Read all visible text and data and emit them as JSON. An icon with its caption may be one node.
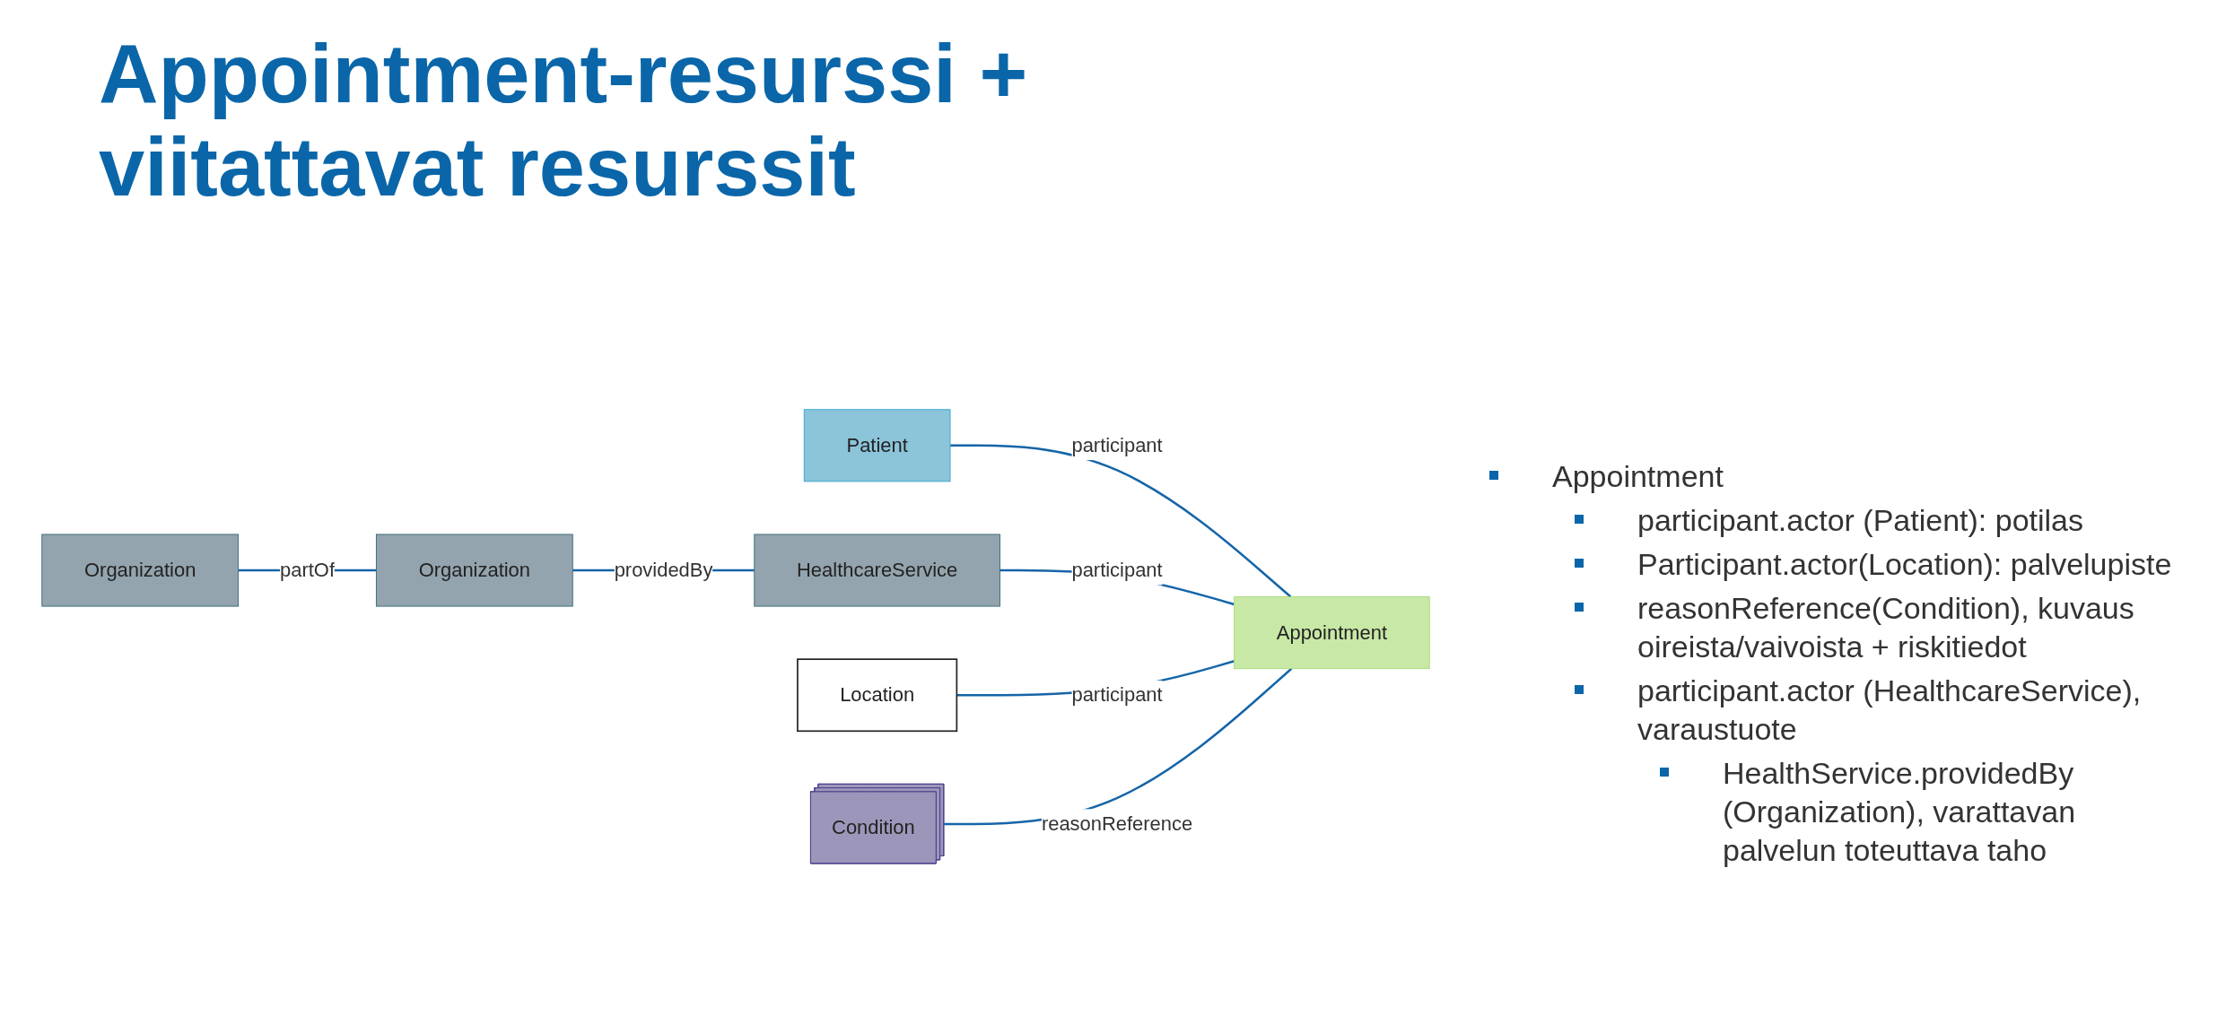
{
  "diagram": {
    "title": "Appointment-resurssi + viitattavat resurssit",
    "nodes": [
      {
        "text": [
          "Organization"
        ]
      },
      {
        "text": [
          "Organization"
        ]
      },
      {
        "text": [
          "Patient"
        ]
      },
      {
        "text": [
          "HealthcareService"
        ]
      },
      {
        "text": [
          "Appointment"
        ]
      },
      {
        "text": [
          "Location"
        ]
      },
      {
        "text": [
          "Condition"
        ]
      }
    ],
    "edges": [
      {
        "from": 0,
        "to": 1,
        "label": "partOf",
        "arrow": "none"
      },
      {
        "from": 3,
        "to": 0,
        "label": "providedBy",
        "arrow": "none"
      },
      {
        "from": 4,
        "to": 3,
        "label": "participant",
        "arrow": "none"
      },
      {
        "from": 4,
        "to": 2,
        "label": "participant",
        "arrow": "none"
      },
      {
        "from": 4,
        "to": 5,
        "label": "participant",
        "arrow": "none"
      },
      {
        "from": 4,
        "to": 6,
        "label": "reasonReference",
        "arrow": "none"
      }
    ],
    "labels": [
      "Appointment",
      "participant.actor (Patient): potilas",
      "Participant.actor(Location): palvelupiste",
      "reasonReference(Condition), kuvaus oireista/vaivoista + riskitiedot",
      "participant.actor (HealthcareService), varaustuote",
      "HealthService.providedBy (Organization), varattavan palvelun toteuttava taho"
    ]
  }
}
